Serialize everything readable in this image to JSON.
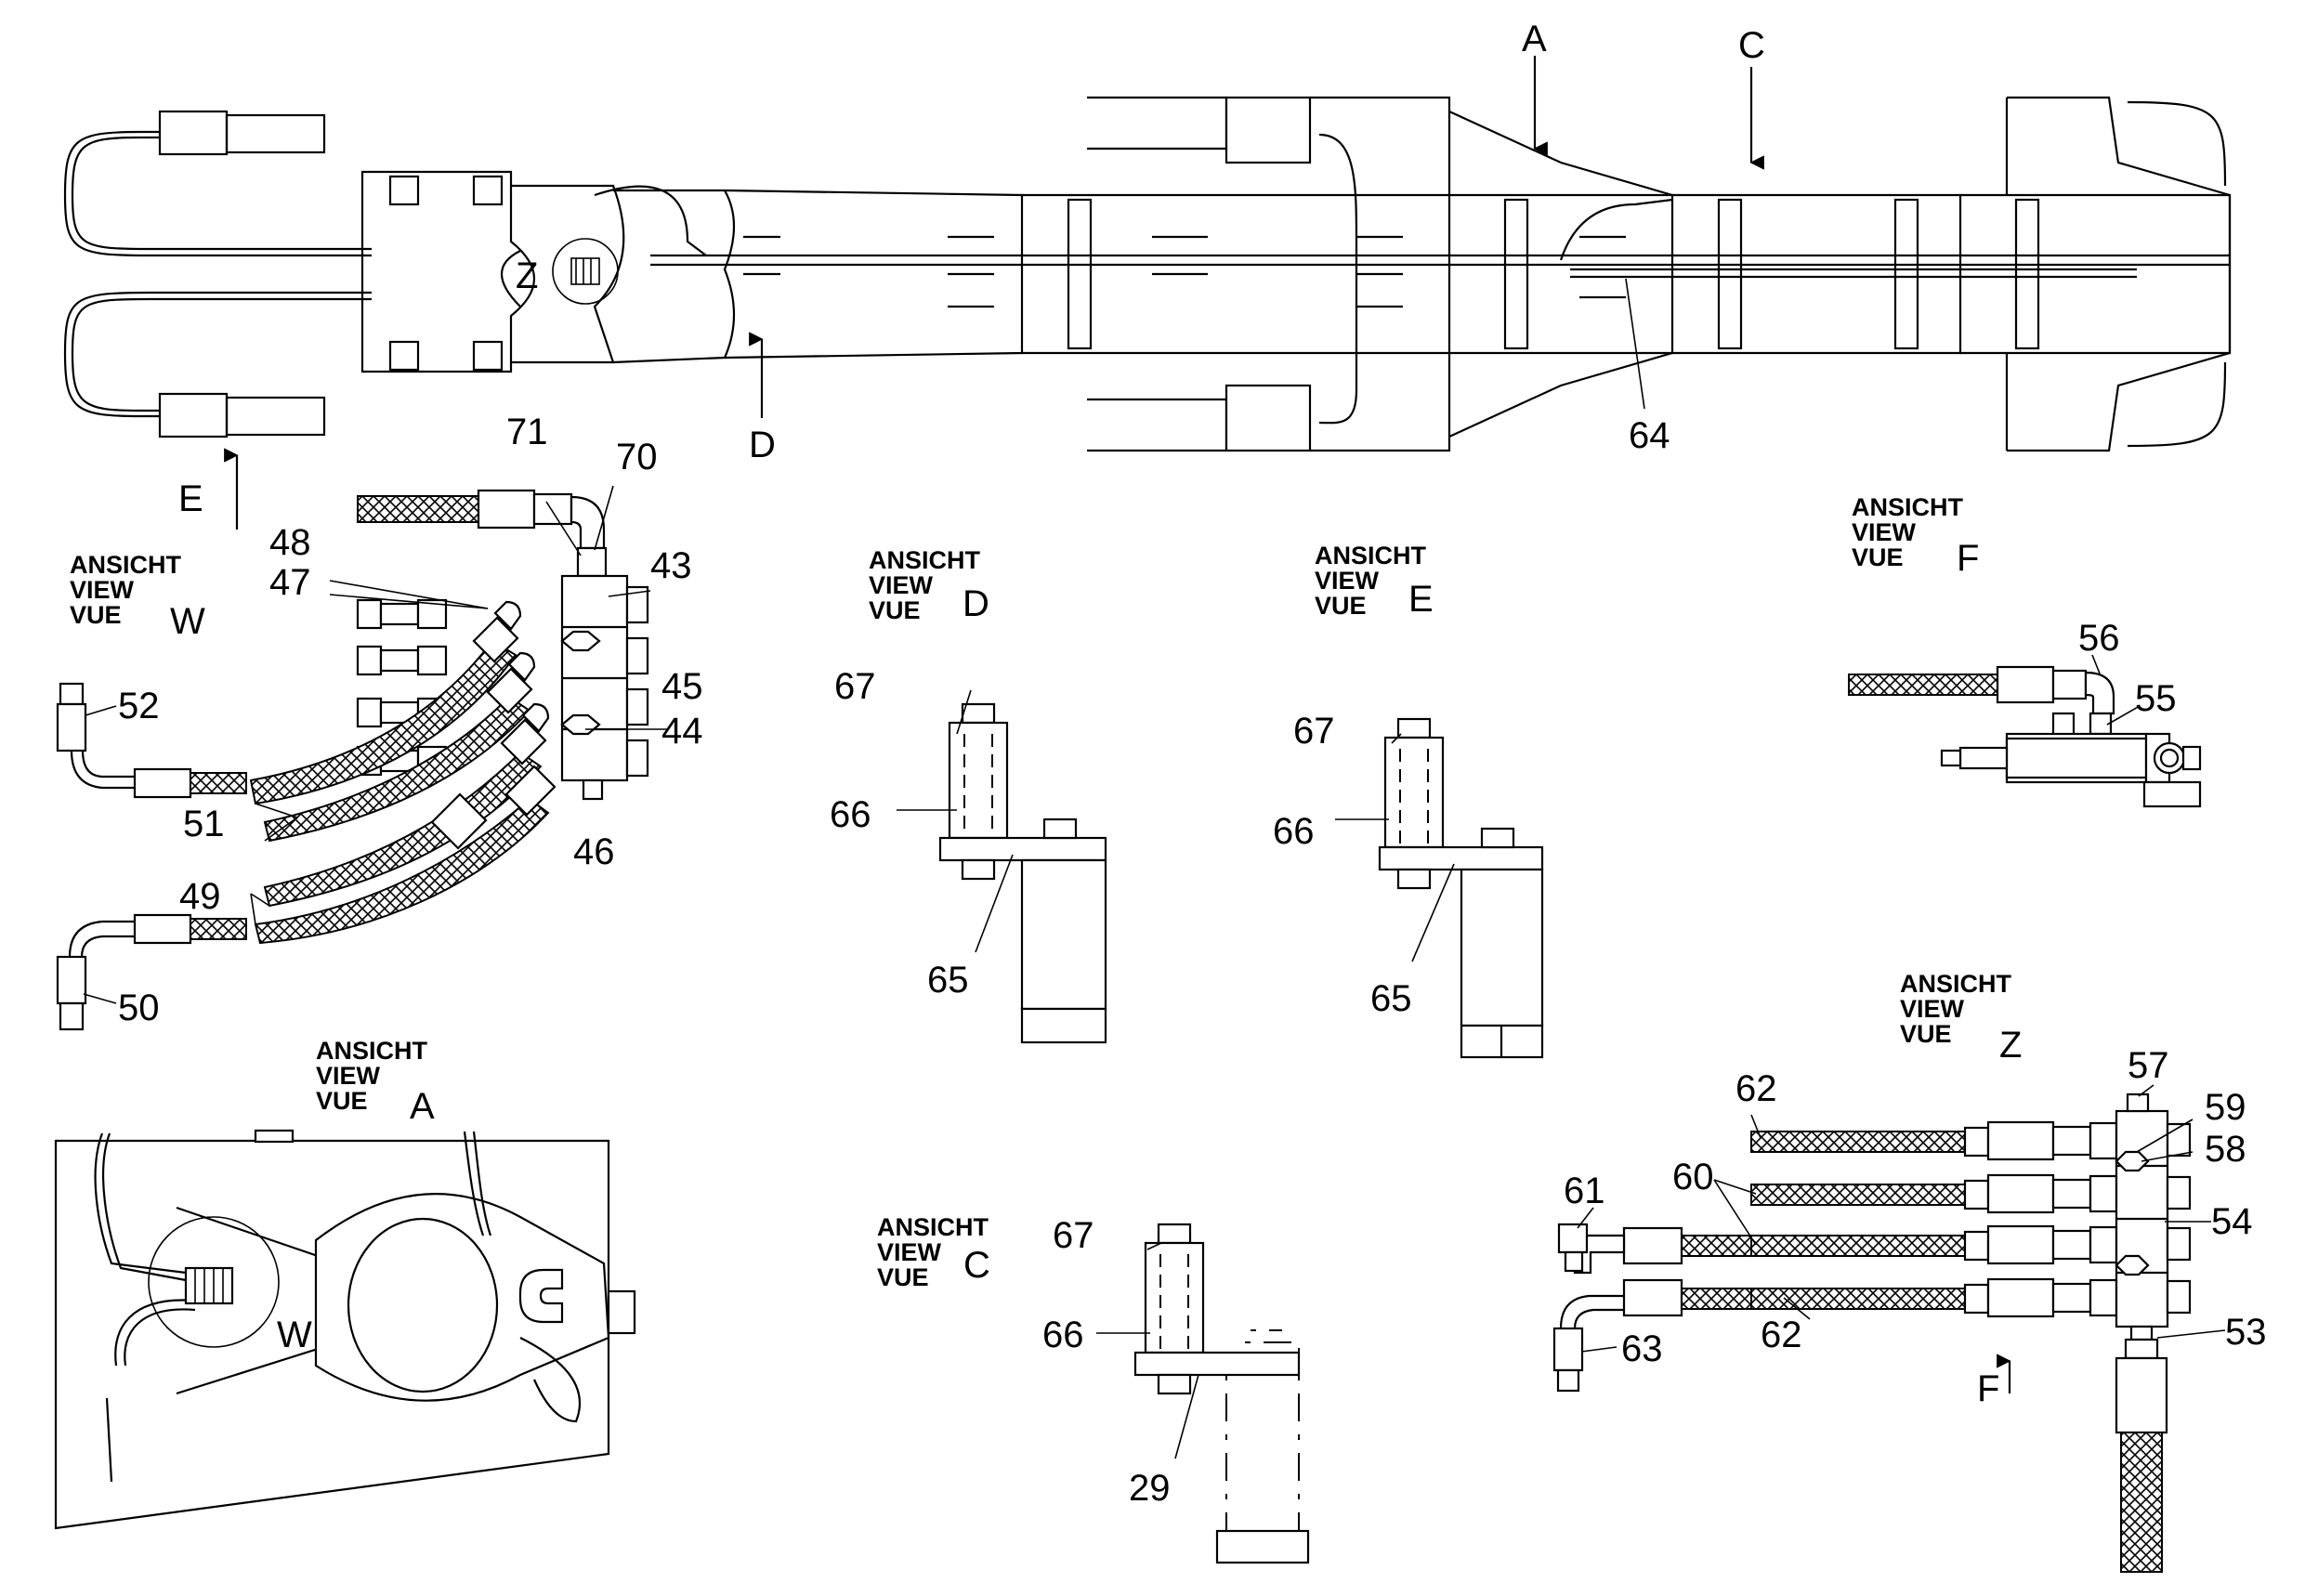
{
  "views": {
    "w": {
      "title": [
        "ANSICHT",
        "VIEW",
        "VUE"
      ],
      "letter": "W"
    },
    "d": {
      "title": [
        "ANSICHT",
        "VIEW",
        "VUE"
      ],
      "letter": "D"
    },
    "e": {
      "title": [
        "ANSICHT",
        "VIEW",
        "VUE"
      ],
      "letter": "E"
    },
    "f": {
      "title": [
        "ANSICHT",
        "VIEW",
        "VUE"
      ],
      "letter": "F"
    },
    "a": {
      "title": [
        "ANSICHT",
        "VIEW",
        "VUE"
      ],
      "letter": "A"
    },
    "c": {
      "title": [
        "ANSICHT",
        "VIEW",
        "VUE"
      ],
      "letter": "C"
    },
    "z": {
      "title": [
        "ANSICHT",
        "VIEW",
        "VUE"
      ],
      "letter": "Z"
    }
  },
  "markers": {
    "a": "A",
    "c": "C",
    "d": "D",
    "e": "E",
    "f": "F",
    "z": "Z",
    "w": "W"
  },
  "labels": {
    "top": [
      "64"
    ],
    "w": [
      "71",
      "70",
      "48",
      "47",
      "43",
      "45",
      "44",
      "46",
      "52",
      "51",
      "49",
      "50"
    ],
    "d": [
      "67",
      "66",
      "65"
    ],
    "e": [
      "67",
      "66",
      "65"
    ],
    "f": [
      "56",
      "55"
    ],
    "c": [
      "67",
      "66",
      "29"
    ],
    "z": [
      "57",
      "62",
      "59",
      "58",
      "60",
      "61",
      "54",
      "53",
      "63",
      "62"
    ]
  }
}
